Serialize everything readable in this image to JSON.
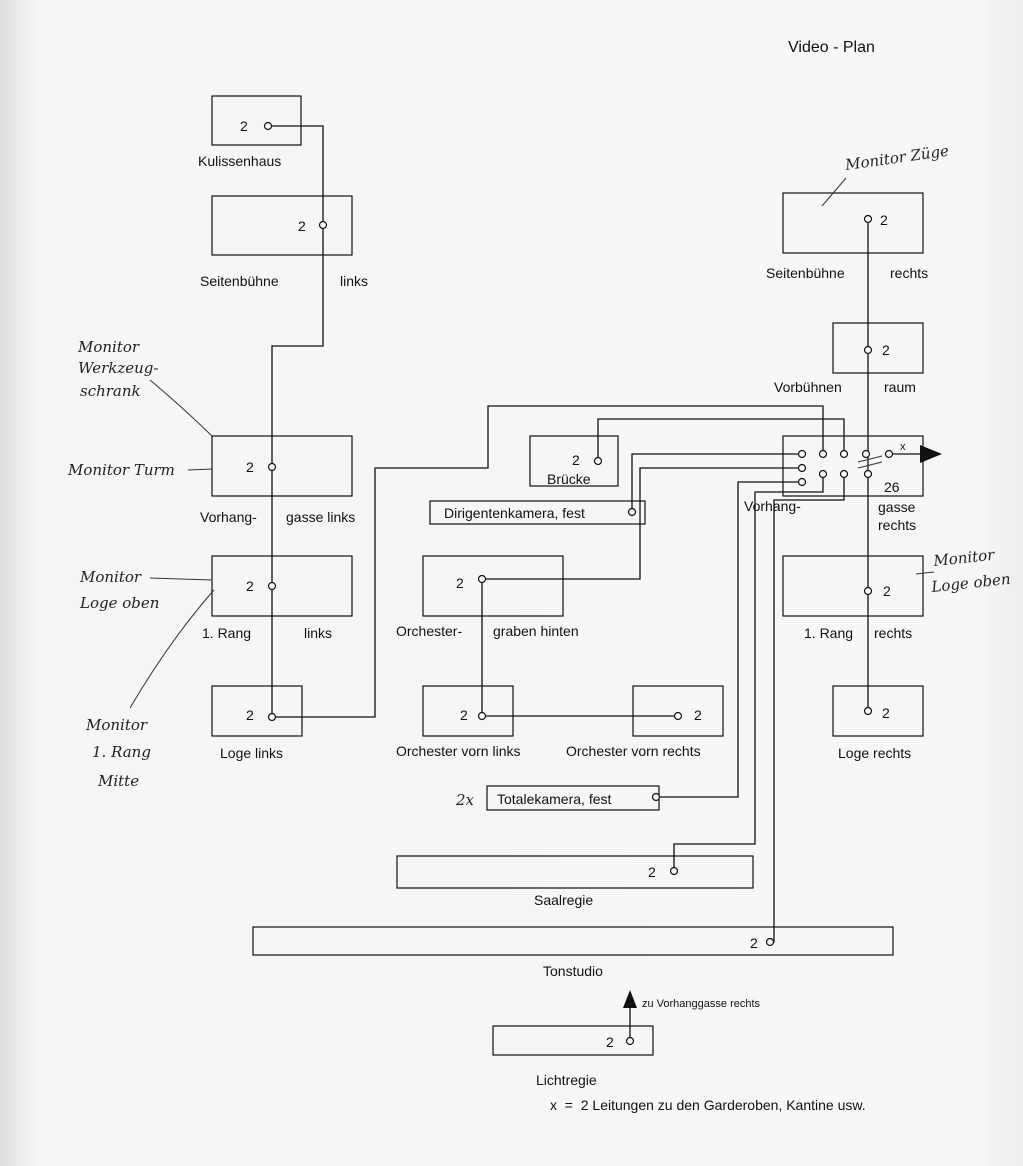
{
  "title": "Video - Plan",
  "rooms": {
    "kulissenhaus": {
      "num": "2",
      "label": "Kulissenhaus"
    },
    "seitenbuehne_links": {
      "num": "2",
      "label_a": "Seitenbühne",
      "label_b": "links"
    },
    "vorhanggasse_links": {
      "num": "2",
      "label_a": "Vorhang-",
      "label_b": "gasse links"
    },
    "rang_links": {
      "num": "2",
      "label_a": "1. Rang",
      "label_b": "links"
    },
    "loge_links": {
      "num": "2",
      "label": "Loge links"
    },
    "bruecke": {
      "num": "2",
      "label": "Brücke"
    },
    "dirigentenkamera": {
      "label": "Dirigentenkamera, fest"
    },
    "orchestergraben": {
      "num": "2",
      "label_a": "Orchester-",
      "label_b": "graben hinten"
    },
    "orchester_vorn_links": {
      "num": "2",
      "label": "Orchester vorn links"
    },
    "orchester_vorn_rechts": {
      "num": "2",
      "label": "Orchester vorn rechts"
    },
    "totalekamera": {
      "prefix": "2x",
      "label": "Totalekamera, fest"
    },
    "saalregie": {
      "num": "2",
      "label": "Saalregie"
    },
    "tonstudio": {
      "num": "2",
      "label": "Tonstudio"
    },
    "lichtregie": {
      "num": "2",
      "label": "Lichtregie",
      "arrow_label": "zu Vorhanggasse rechts"
    },
    "seitenbuehne_rechts": {
      "num": "2",
      "label_a": "Seitenbühne",
      "label_b": "rechts"
    },
    "vorbuehnenraum": {
      "num": "2",
      "label_a": "Vorbühnen",
      "label_b": "raum"
    },
    "vorhanggasse_rechts": {
      "num": "26",
      "x_mark": "x",
      "label_a": "Vorhang-",
      "label_b": "gasse",
      "label_c": "rechts"
    },
    "rang_rechts": {
      "num": "2",
      "label_a": "1. Rang",
      "label_b": "rechts"
    },
    "loge_rechts": {
      "num": "2",
      "label": "Loge rechts"
    }
  },
  "handwritten_notes": {
    "monitor_zuege": "Monitor Züge",
    "monitor_werkzeug": [
      "Monitor",
      "Werkzeug-",
      "schrank"
    ],
    "monitor_turm": "Monitor Turm",
    "monitor_loge_oben_left": [
      "Monitor",
      "Loge oben"
    ],
    "monitor_rang_mitte": [
      "Monitor",
      "1. Rang",
      "Mitte"
    ],
    "monitor_loge_oben_right": [
      "Monitor",
      "Loge oben"
    ]
  },
  "footnote": "x  =  2 Leitungen zu den Garderoben, Kantine usw."
}
